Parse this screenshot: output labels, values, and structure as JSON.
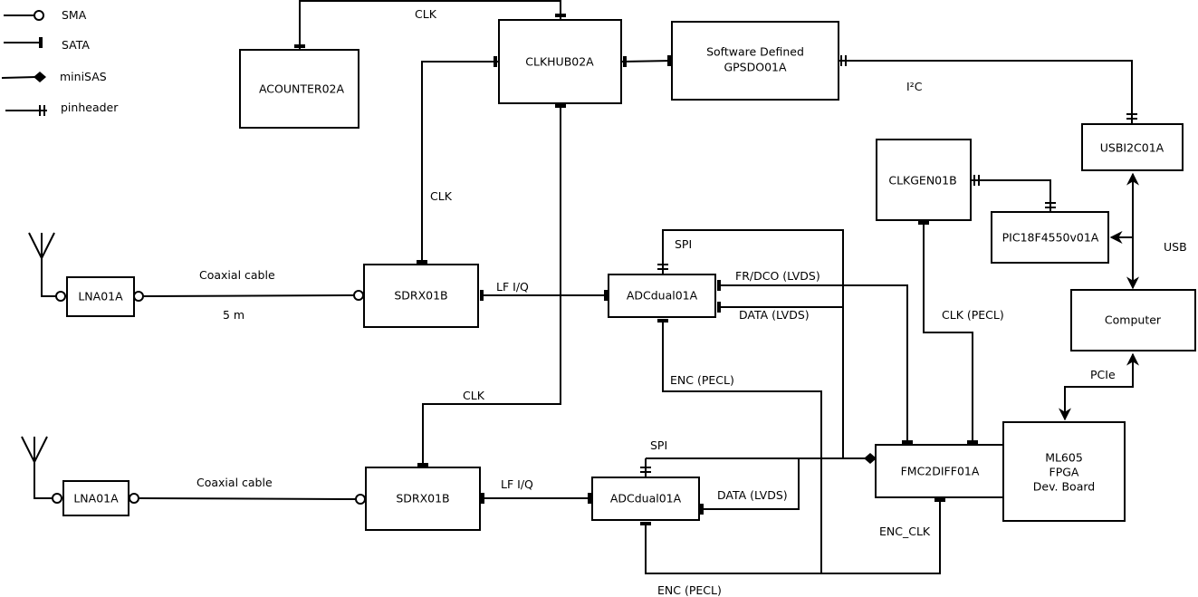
{
  "legend": [
    {
      "connector": "SMA",
      "icon": "open-circle-icon"
    },
    {
      "connector": "SATA",
      "icon": "bar-tick-icon"
    },
    {
      "connector": "miniSAS",
      "icon": "filled-diamond-icon"
    },
    {
      "connector": "pinheader",
      "icon": "double-tick-icon"
    }
  ],
  "blocks": {
    "acounter": "ACOUNTER02A",
    "clkhub": "CLKHUB02A",
    "gpsdo_line1": "Software Defined",
    "gpsdo_line2": "GPSDO01A",
    "usbi2c": "USBI2C01A",
    "clkgen": "CLKGEN01B",
    "pic": "PIC18F4550v01A",
    "computer": "Computer",
    "lna1": "LNA01A",
    "lna2": "LNA01A",
    "sdrx1": "SDRX01B",
    "sdrx2": "SDRX01B",
    "adc1": "ADCdual01A",
    "adc2": "ADCdual01A",
    "fmc": "FMC2DIFF01A",
    "ml605_line1": "ML605",
    "ml605_line2": "FPGA",
    "ml605_line3": "Dev. Board"
  },
  "signals": {
    "clk_top": "CLK",
    "clk_mid": "CLK",
    "clk_low": "CLK",
    "i2c": "I²C",
    "usb": "USB",
    "pcie": "PCIe",
    "coax1": "Coaxial cable",
    "coax_len": "5 m",
    "coax2": "Coaxial cable",
    "lfiq1": "LF I/Q",
    "lfiq2": "LF I/Q",
    "spi1": "SPI",
    "spi2": "SPI",
    "frdco": "FR/DCO (LVDS)",
    "data1": "DATA (LVDS)",
    "data2": "DATA (LVDS)",
    "enc1": "ENC (PECL)",
    "enc2": "ENC (PECL)",
    "clk_pecl": "CLK (PECL)",
    "enc_clk": "ENC_CLK"
  }
}
